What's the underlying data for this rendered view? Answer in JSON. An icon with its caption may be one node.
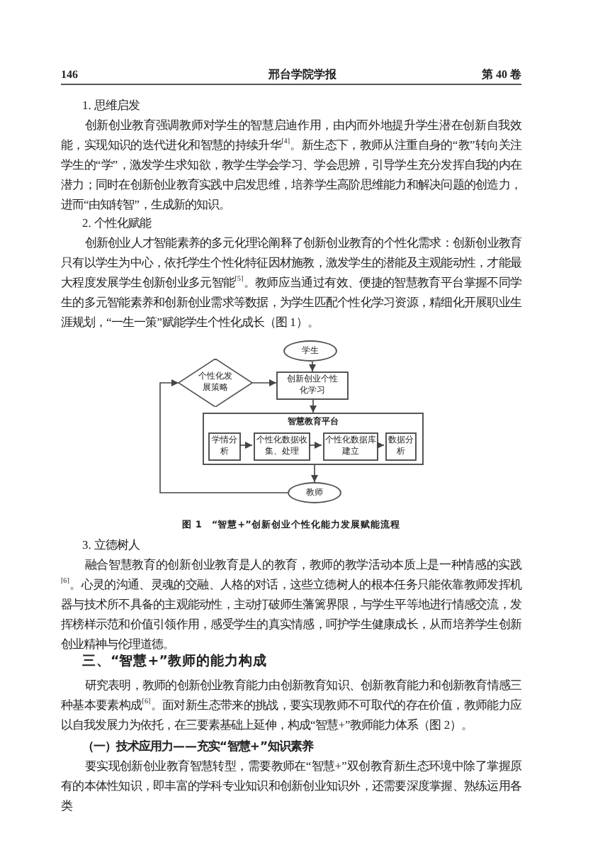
{
  "diagram": {
    "caption": "图 1　“智慧+”创新创业个性化能力发展赋能流程",
    "nodes": [
      {
        "text": [
          "学生"
        ]
      },
      {
        "text": [
          "创新创业个性化学习"
        ]
      },
      {
        "text": [
          "个性化发展策略"
        ]
      },
      {
        "text": [
          "智慧教育平台"
        ]
      },
      {
        "text": [
          "学情分析"
        ],
        "in": 3
      },
      {
        "text": [
          "个性化数据收集、处理"
        ],
        "in": 3
      },
      {
        "text": [
          "个性化数据库建立"
        ],
        "in": 3
      },
      {
        "text": [
          "数据分析"
        ],
        "in": 3
      },
      {
        "text": [
          "教师"
        ]
      }
    ],
    "edges": [
      {
        "from": 0,
        "to": 1,
        "arrow": "to"
      },
      {
        "from": 2,
        "to": 1,
        "arrow": "to"
      },
      {
        "from": 1,
        "to": 3,
        "arrow": "to"
      },
      {
        "from": 4,
        "to": 5,
        "arrow": "to"
      },
      {
        "from": 5,
        "to": 6,
        "arrow": "to"
      },
      {
        "from": 6,
        "to": 7,
        "arrow": "to"
      },
      {
        "from": 3,
        "to": 8,
        "arrow": "to"
      },
      {
        "from": 8,
        "to": 2,
        "arrow": "to"
      }
    ],
    "labels": [
      "146",
      "邢台学院学报",
      "第 40 卷",
      "1. 思维启发",
      "创新创业教育强调教师对学生的智慧启迪作用，由内而外地提升学生潜在创新自我效能，实现知识的迭代进化和智慧的持续升华$^{[4]}$。新生态下，教师从注重自身的“教”转向关注学生的“学”，激发学生求知欲，教学生学会学习、学会思辨，引导学生充分发挥自我的内在潜力；同时在创新创业教育实践中启发思维，培养学生高阶思维能力和解决问题的创造力，进而“由知转智”，生成新的知识。",
      "2. 个性化赋能",
      "创新创业人才智能素养的多元化理论阐释了创新创业教育的个性化需求：创新创业教育只有以学生为中心，依托学生个性化特征因材施教，激发学生的潜能及主观能动性，才能最大程度发展学生创新创业多元智能$^{[5]}$。教师应当通过有效、便捷的智慧教育平台掌握不同学生的多元智能素养和创新创业需求等数据，为学生匹配个性化学习资源，精细化开展职业生涯规划，“一生一策”赋能学生个性化成长（图 1）。",
      "3. 立德树人",
      "融合智慧教育的创新创业教育是人的教育，教师的教学活动本质上是一种情感的实践$^{[6]}$。心灵的沟通、灵魂的交融、人格的对话，这些立德树人的根本任务只能依靠教师发挥机器与技术所不具备的主观能动性，主动打破师生藩篱界限，与学生平等地进行情感交流，发挥榜样示范和价值引领作用，感受学生的真实情感，呵护学生健康成长，从而培养学生创新创业精神与伦理道德。",
      "三、“智慧+”教师的能力构成",
      "研究表明，教师的创新创业教育能力由创新教育知识、创新教育能力和创新教育情感三种基本要素构成$^{[6]}$。面对新生态带来的挑战，要实现教师不可取代的存在价值，教师能力应以自我发展力为依托，在三要素基础上延伸，构成“智慧+”教师能力体系（图 2）。",
      "（一）技术应用力——充实“智慧+”知识素养",
      "要实现创新创业教育智慧转型，需要教师在“智慧+”双创教育新生态环境中除了掌握原有的本体性知识，即丰富的学科专业知识和创新创业知识外，还需要深度掌握、熟练运用各类"
    ]
  }
}
